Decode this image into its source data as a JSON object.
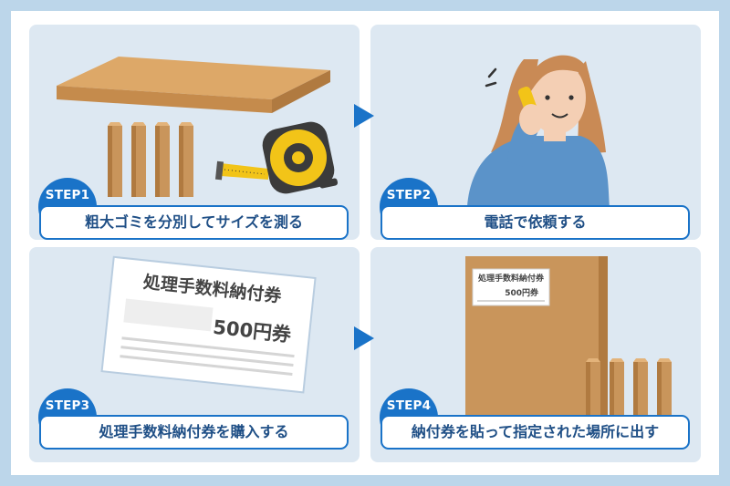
{
  "steps": [
    {
      "badge": "STEP1",
      "label": "粗大ゴミを分別してサイズを測る"
    },
    {
      "badge": "STEP2",
      "label": "電話で依頼する"
    },
    {
      "badge": "STEP3",
      "label": "処理手数料納付券を購入する"
    },
    {
      "badge": "STEP4",
      "label": "納付券を貼って指定された場所に出す"
    }
  ],
  "ticket": {
    "title": "処理手数料納付券",
    "price": "500円券"
  },
  "box_sticker": {
    "title": "処理手数料納付券",
    "price": "500円券"
  },
  "colors": {
    "accent": "#1a73c8",
    "panel_bg": "#dde8f2",
    "frame": "#bcd6ea",
    "cardboard": "#c9955b",
    "shirt": "#5b93c9",
    "tape_measure": "#f2c418"
  },
  "icons": [
    "board-icon",
    "wooden-sticks-icon",
    "tape-measure-icon",
    "woman-on-phone-icon",
    "fee-ticket-icon",
    "cardboard-box-icon",
    "arrow-right-icon"
  ]
}
